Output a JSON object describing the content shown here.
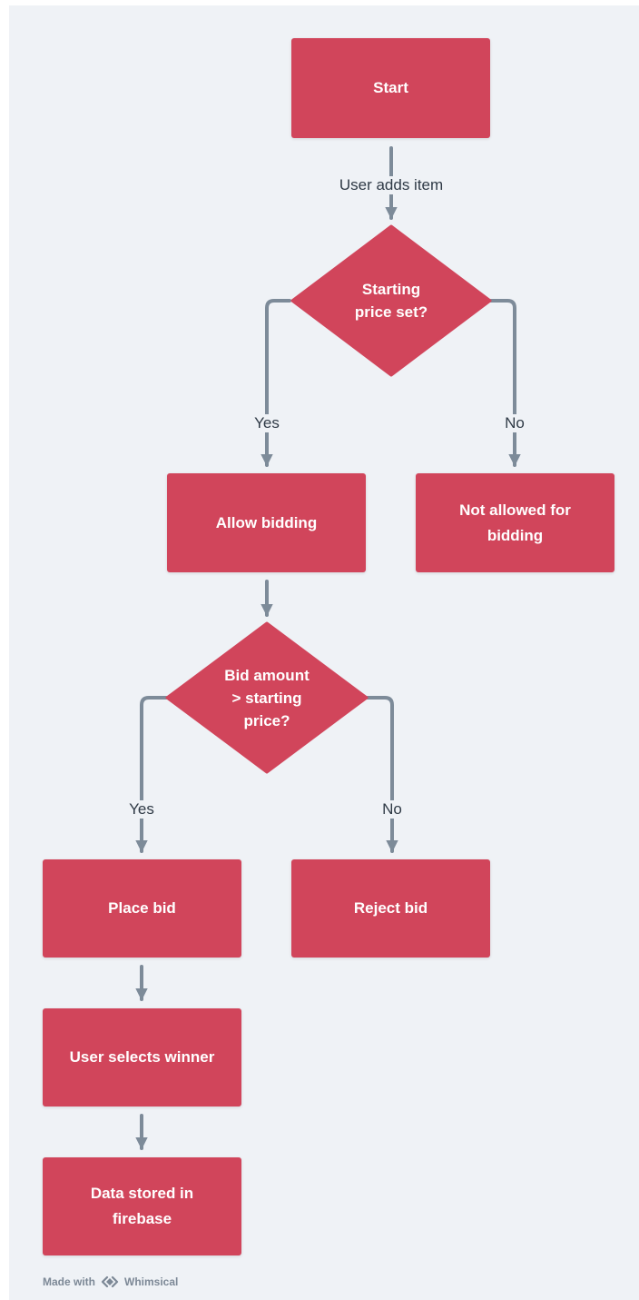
{
  "nodes": {
    "start": "Start",
    "decision_price": "Starting\nprice set?",
    "allow_bidding": "Allow bidding",
    "not_allowed": "Not allowed for\nbidding",
    "decision_bid": "Bid amount\n> starting\nprice?",
    "place_bid": "Place bid",
    "reject_bid": "Reject bid",
    "select_winner": "User selects winner",
    "data_stored": "Data stored in\nfirebase"
  },
  "edges": {
    "user_adds_item": "User adds item",
    "price_yes": "Yes",
    "price_no": "No",
    "bid_yes": "Yes",
    "bid_no": "No"
  },
  "colors": {
    "node_fill": "#d1455b",
    "connector": "#7d8b99",
    "background": "#eff2f6"
  },
  "footer": {
    "made_with": "Made with",
    "brand": "Whimsical",
    "brand_icon": "whimsical-logo-icon"
  }
}
